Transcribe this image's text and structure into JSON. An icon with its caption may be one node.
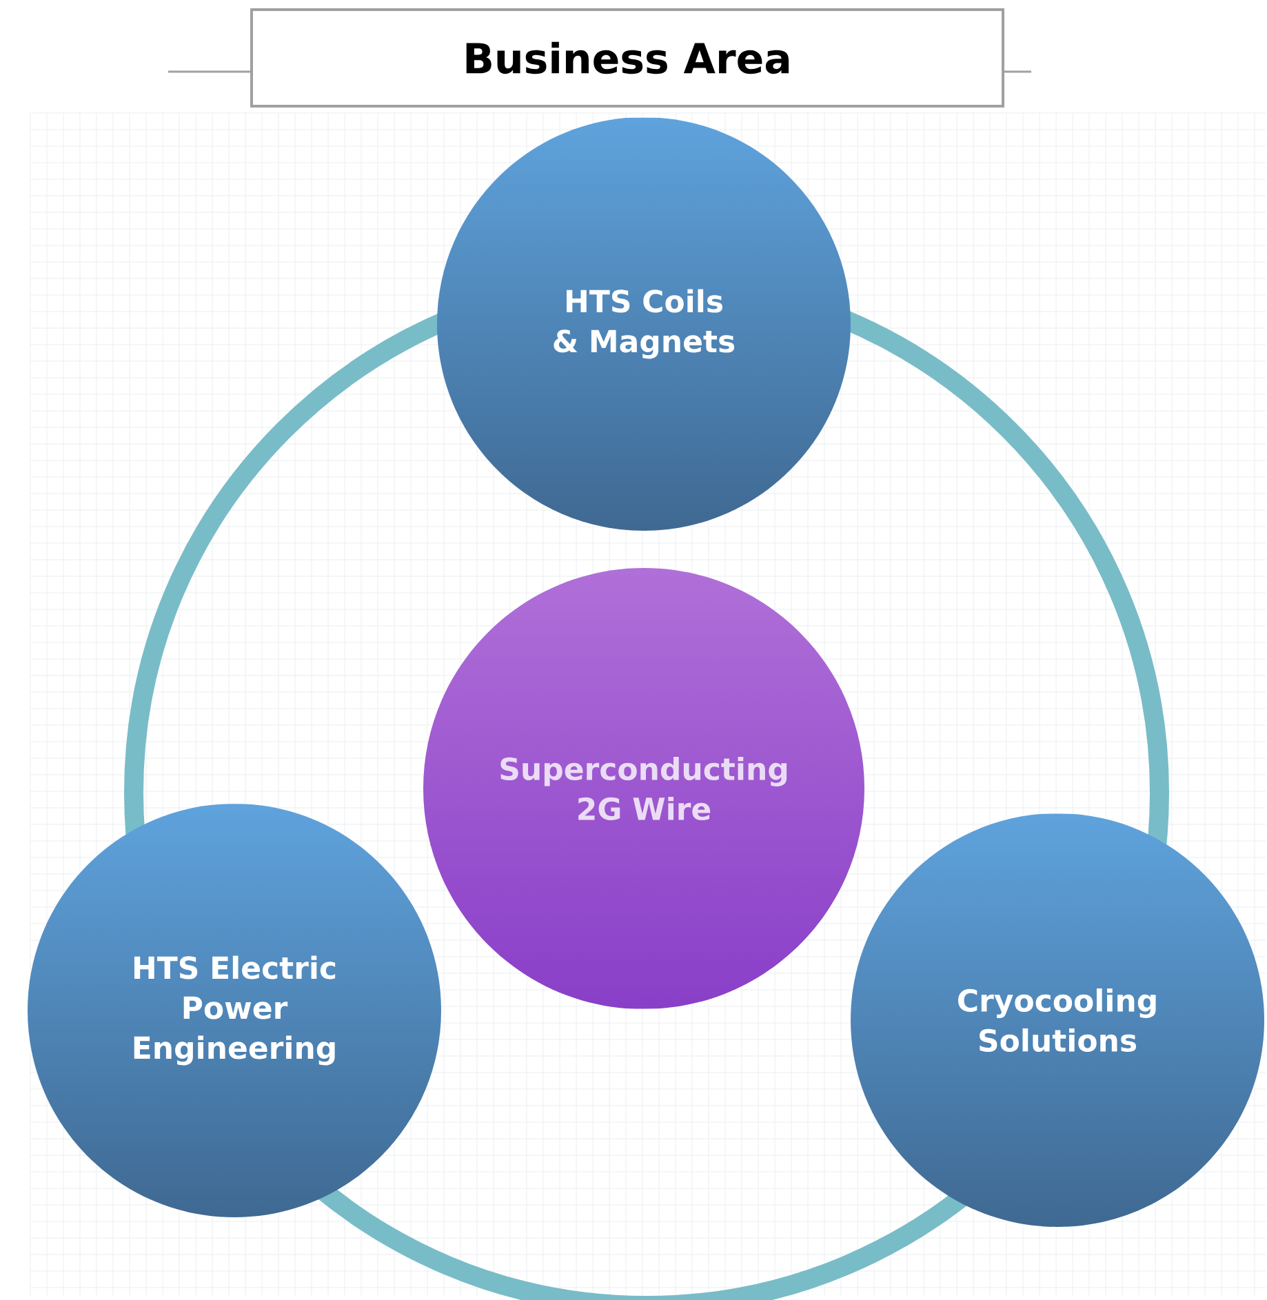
{
  "diagram": {
    "title": "Business Area",
    "nodes": [
      {
        "text": [
          "HTS Coils & Magnets"
        ]
      },
      {
        "text": [
          "Superconducting 2G Wire"
        ]
      },
      {
        "text": [
          "HTS Electric Power Engineering"
        ]
      },
      {
        "text": [
          "Cryocooling Solutions"
        ]
      }
    ]
  }
}
